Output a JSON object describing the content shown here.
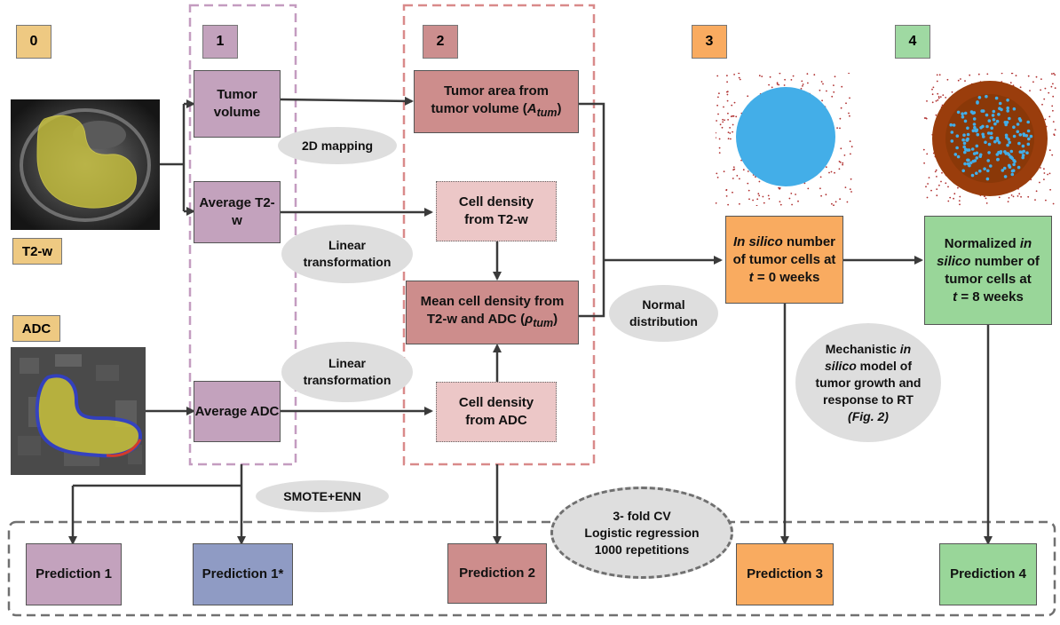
{
  "stages": {
    "s0": "0",
    "s1": "1",
    "s2": "2",
    "s3": "3",
    "s4": "4"
  },
  "inputs": {
    "t2w_label": "T2-w",
    "adc_label": "ADC"
  },
  "col1": {
    "tumor_volume": "Tumor volume",
    "average_t2w": "Average T2-w",
    "average_adc": "Average ADC"
  },
  "col2": {
    "tumor_area_1": "Tumor area from",
    "tumor_area_2": "tumor volume (",
    "tumor_area_var": "A",
    "tumor_area_sub": "tum",
    "tumor_area_end": ")",
    "cell_t2w": "Cell density from T2-w",
    "mean_cell_1": "Mean cell density from",
    "mean_cell_2": "T2-w and ADC (",
    "mean_cell_var": "ρ",
    "mean_cell_sub": "tum",
    "mean_cell_end": ")",
    "cell_adc": "Cell density from ADC"
  },
  "ellipses": {
    "mapping": "2D mapping",
    "linear1": "Linear transformation",
    "linear2": "Linear transformation",
    "normal": "Normal distribution",
    "smote": "SMOTE+ENN",
    "cv_1": "3- fold CV",
    "cv_2": "Logistic regression",
    "cv_3": "1000 repetitions",
    "mech_1": "Mechanistic ",
    "mech_2": "in",
    "mech_3": "silico",
    "mech_4": " model of",
    "mech_5": "tumor growth and",
    "mech_6": "response to RT",
    "mech_7": "(Fig. 2)"
  },
  "col3": {
    "in_silico": "In silico",
    "number": " number",
    "line2": "of tumor cells at",
    "t": "t",
    "eq": " = 0 weeks"
  },
  "col4": {
    "normalized": "Normalized ",
    "in": "in",
    "silico": "silico",
    "number": " number of",
    "line3": "tumor cells at",
    "t": "t",
    "eq": " = 8 weeks"
  },
  "predictions": {
    "p1": "Prediction 1",
    "p1s": "Prediction 1*",
    "p2": "Prediction 2",
    "p3": "Prediction 3",
    "p4": "Prediction 4"
  },
  "colors": {
    "stage0": "#eec982",
    "stage1": "#c3a2bd",
    "stage2": "#cc8e8e",
    "stage3": "#f9ab60",
    "stage4": "#9fd9a2",
    "purple": "#c3a2bd",
    "pink_dark": "#cd8d8c",
    "pink_light": "#ecc7c7",
    "orange": "#f9ab60",
    "green": "#99d699",
    "blue": "#8f9bc4",
    "dash_purple": "#c49cc0",
    "dash_red": "#d98a8a",
    "cyan": "#43aee8",
    "brown": "#9a3d0c"
  }
}
